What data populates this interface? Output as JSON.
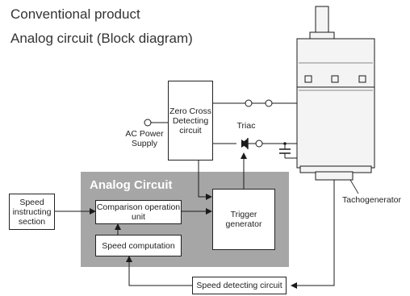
{
  "title_line1": "Conventional product",
  "title_line2": "Analog circuit (Block diagram)",
  "nodes": {
    "zero_cross": "Zero Cross Detecting circuit",
    "ac_power": "AC Power Supply",
    "triac": "Triac",
    "analog_circuit": "Analog Circuit",
    "speed_instructing": "Speed instructing section",
    "comparison": "Comparison operation unit",
    "trigger": "Trigger generator",
    "speed_computation": "Speed computation",
    "tachogenerator": "Tachogenerator",
    "speed_detecting": "Speed detecting circuit"
  },
  "colors": {
    "analog_panel": "#a6a6a6",
    "line": "#1a1a1a",
    "motor_fill": "#f4f4f4"
  }
}
